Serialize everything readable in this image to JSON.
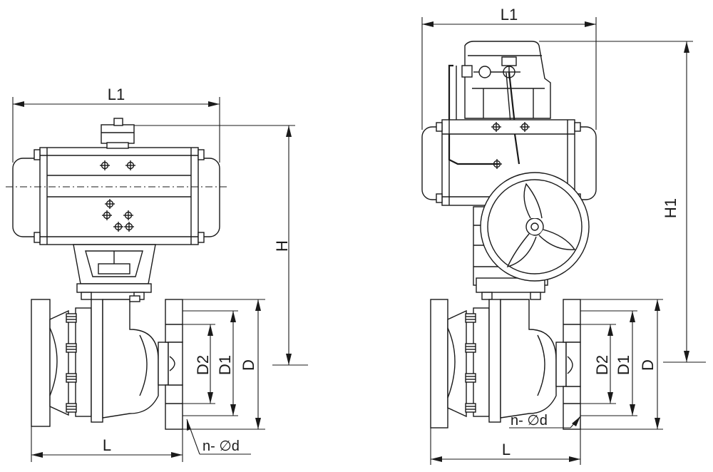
{
  "left_view": {
    "dimensions": {
      "L1": "L1",
      "H": "H",
      "D2": "D2",
      "D1": "D1",
      "D": "D",
      "L": "L",
      "bolt": "n- ∅d"
    }
  },
  "right_view": {
    "dimensions": {
      "L1": "L1",
      "H1": "H1",
      "D2": "D2",
      "D1": "D1",
      "D": "D",
      "L": "L",
      "bolt": "n- ∅d"
    }
  }
}
